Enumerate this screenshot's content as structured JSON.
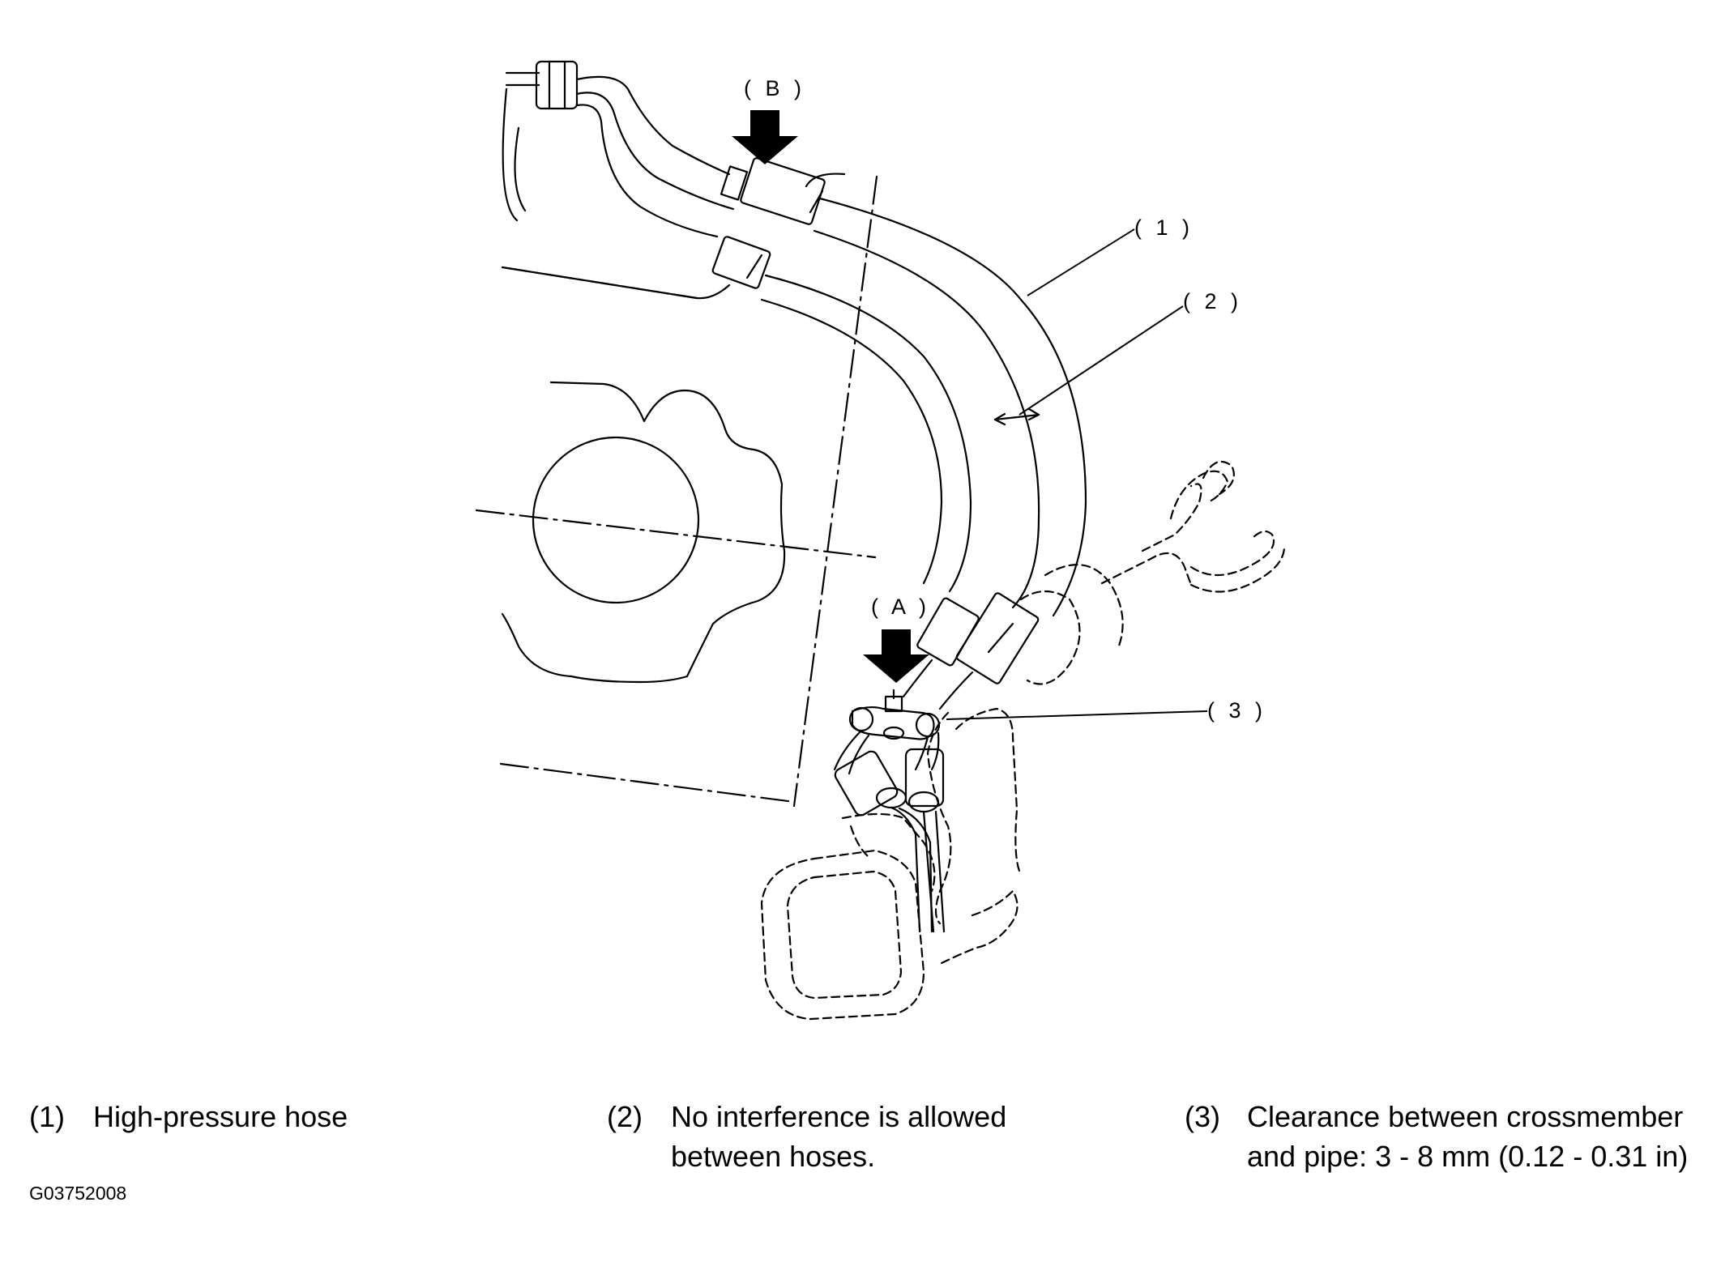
{
  "callouts": {
    "b": "( B )",
    "a": "( A )",
    "c1": "( 1 )",
    "c2": "( 2 )",
    "c3": "( 3 )"
  },
  "legend": [
    {
      "num": "(1)",
      "lines": [
        "High-pressure hose"
      ]
    },
    {
      "num": "(2)",
      "lines": [
        "No interference is allowed",
        "between hoses."
      ]
    },
    {
      "num": "(3)",
      "lines": [
        "Clearance between crossmember",
        "and pipe: 3 - 8 mm (0.12 - 0.31 in)"
      ]
    }
  ],
  "figure_code": "G03752008"
}
